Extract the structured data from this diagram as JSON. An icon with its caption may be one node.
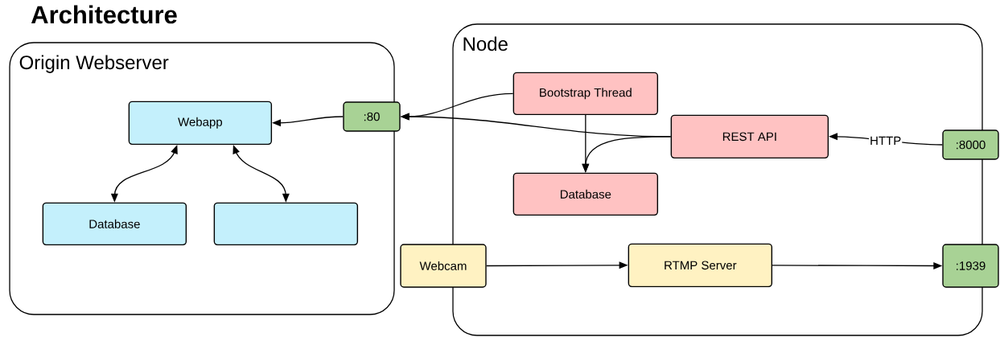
{
  "diagram": {
    "title": "Architecture",
    "nodes": [
      {
        "text": [
          "Origin Webserver"
        ]
      },
      {
        "text": [
          "Webapp"
        ],
        "in": 0
      },
      {
        "text": [
          "Database"
        ],
        "in": 0
      },
      {
        "text": [],
        "shape": "box",
        "in": 0
      },
      {
        "text": [
          "Node"
        ]
      },
      {
        "text": [
          ":80"
        ]
      },
      {
        "text": [
          "Bootstrap Thread"
        ],
        "in": 4
      },
      {
        "text": [
          "REST API"
        ],
        "in": 4
      },
      {
        "text": [
          "Database"
        ],
        "in": 4
      },
      {
        "text": [
          ":8000"
        ]
      },
      {
        "text": [
          "Webcam"
        ]
      },
      {
        "text": [
          "RTMP Server"
        ],
        "in": 4
      },
      {
        "text": [
          ":1939"
        ]
      }
    ],
    "edges": [
      {
        "from": 5,
        "to": 1,
        "arrow": "to"
      },
      {
        "from": 6,
        "to": 5,
        "arrow": "to"
      },
      {
        "from": 7,
        "to": 5,
        "arrow": "to"
      },
      {
        "from": 6,
        "to": 8,
        "arrow": "to"
      },
      {
        "from": 7,
        "to": 8,
        "arrow": "to"
      },
      {
        "from": 9,
        "to": 7,
        "arrow": "to",
        "label": "HTTP"
      },
      {
        "from": 1,
        "to": 2,
        "arrow": "both"
      },
      {
        "from": 1,
        "to": 3,
        "arrow": "both"
      },
      {
        "from": 10,
        "to": 11,
        "arrow": "to"
      },
      {
        "from": 11,
        "to": 12,
        "arrow": "to"
      }
    ]
  }
}
